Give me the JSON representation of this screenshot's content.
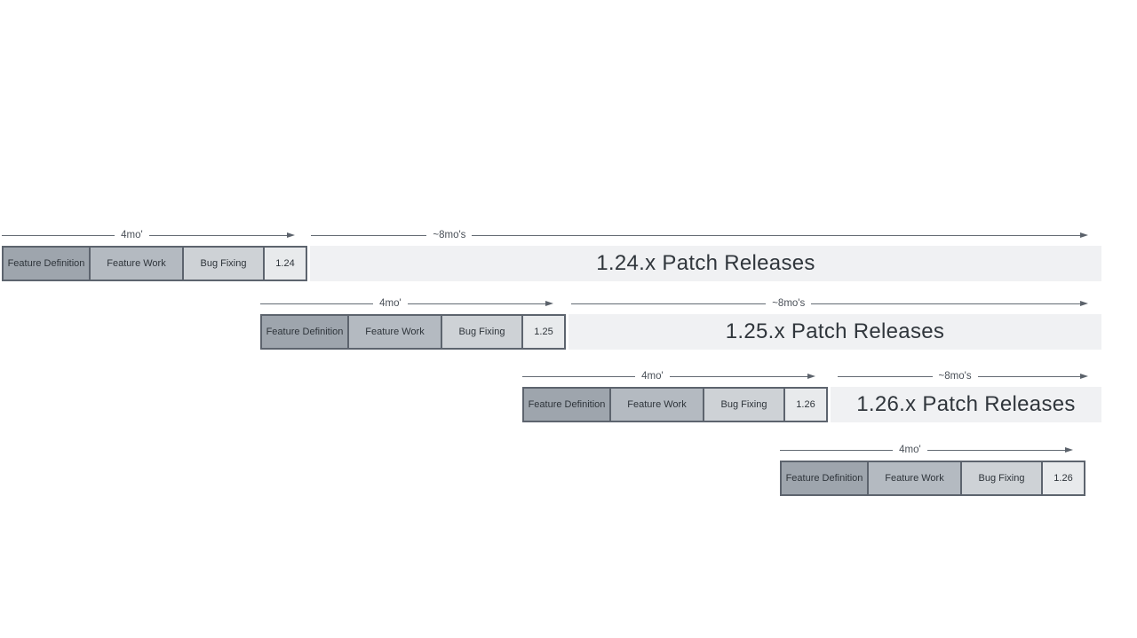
{
  "diagram": {
    "name": "release-cadence-timeline",
    "rows": [
      {
        "dev_duration_label": "4mo'",
        "patch_duration_label": "~8mo's",
        "phases": [
          "Feature Definition",
          "Feature Work",
          "Bug Fixing"
        ],
        "version": "1.24",
        "patch_label": "1.24.x Patch Releases"
      },
      {
        "dev_duration_label": "4mo'",
        "patch_duration_label": "~8mo's",
        "phases": [
          "Feature Definition",
          "Feature Work",
          "Bug Fixing"
        ],
        "version": "1.25",
        "patch_label": "1.25.x Patch Releases"
      },
      {
        "dev_duration_label": "4mo'",
        "patch_duration_label": "~8mo's",
        "phases": [
          "Feature Definition",
          "Feature Work",
          "Bug Fixing"
        ],
        "version": "1.26",
        "patch_label": "1.26.x Patch Releases"
      },
      {
        "dev_duration_label": "4mo'",
        "phases": [
          "Feature Definition",
          "Feature Work",
          "Bug Fixing"
        ],
        "version": "1.26"
      }
    ],
    "colors": {
      "background": "#ffffff",
      "feature_definition_fill": "#9ea5ad",
      "feature_work_fill": "#b4bac1",
      "bug_fixing_fill": "#ced2d6",
      "version_box_fill": "#e8eaec",
      "patch_bar_fill": "#f0f1f3",
      "box_border": "#5d646e",
      "arrow_line": "#636a73",
      "text": "#2e343a"
    }
  }
}
